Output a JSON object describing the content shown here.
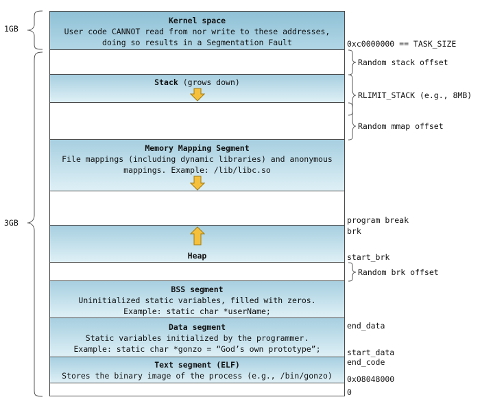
{
  "segments": {
    "kernel": {
      "title": "Kernel space",
      "lines": [
        "User code CANNOT read from nor write to these addresses,",
        "doing so results in a Segmentation Fault"
      ]
    },
    "stack": {
      "title": "Stack",
      "suffix": " (grows down)"
    },
    "mmap": {
      "title": "Memory Mapping Segment",
      "lines": [
        "File mappings (including dynamic libraries) and anonymous",
        "mappings. Example: /lib/libc.so"
      ]
    },
    "heap": {
      "title": "Heap"
    },
    "bss": {
      "title": "BSS segment",
      "lines": [
        "Uninitialized static variables, filled with zeros.",
        "Example: static char *userName;"
      ]
    },
    "data": {
      "title": "Data segment",
      "lines": [
        "Static variables initialized by the programmer.",
        "Example: static char *gonzo = “God’s own prototype”;"
      ]
    },
    "text": {
      "title": "Text segment (ELF)",
      "lines": [
        "Stores the binary image of the process (e.g., /bin/gonzo)"
      ]
    }
  },
  "right_labels": {
    "task_size": "0xc0000000 == TASK_SIZE",
    "random_stack": "Random stack offset",
    "rlimit_stack": "RLIMIT_STACK (e.g., 8MB)",
    "random_mmap": "Random mmap offset",
    "program_break": "program break",
    "brk": "brk",
    "start_brk": "start_brk",
    "random_brk": "Random brk offset",
    "end_data": "end_data",
    "start_data": "start_data",
    "end_code": "end_code",
    "text_start": "0x08048000",
    "zero": "0"
  },
  "left_labels": {
    "kernel_size": "1GB",
    "user_size": "3GB"
  },
  "colors": {
    "segment_fill": "#b4d8e7",
    "arrow_fill": "#f5c03c",
    "border": "#4a4a4a"
  }
}
